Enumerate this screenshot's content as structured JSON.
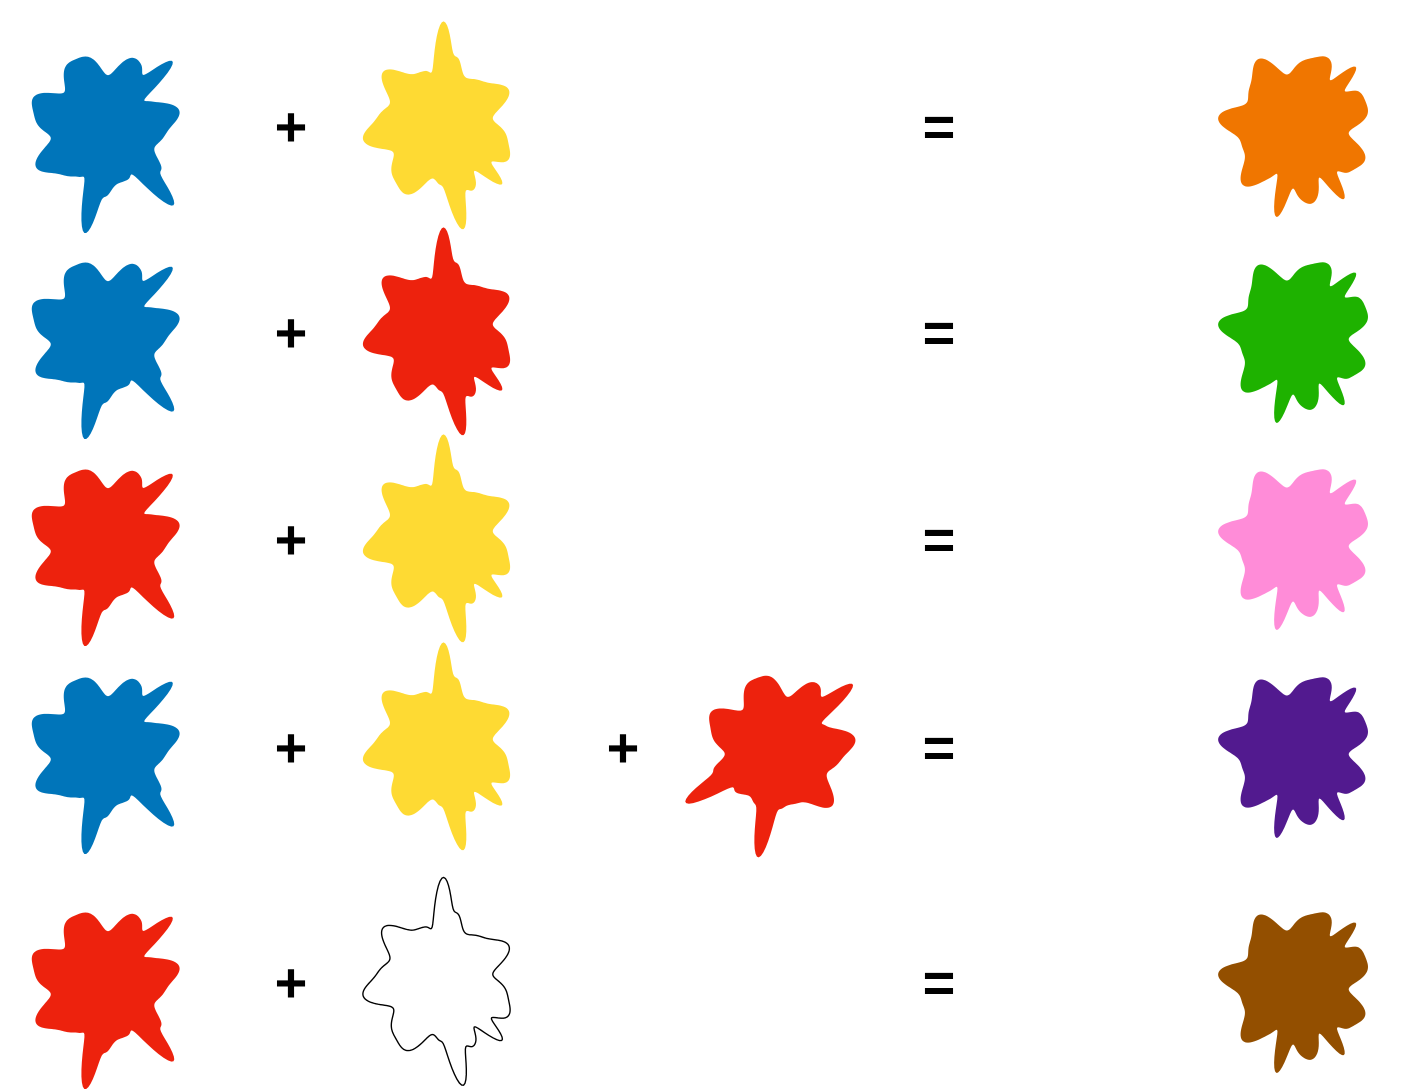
{
  "palette": {
    "blue": "#0075BA",
    "yellow": "#FEDA33",
    "red": "#ED220D",
    "orange": "#F07600",
    "green": "#1EB200",
    "pink": "#FF8CD8",
    "purple": "#521A8F",
    "brown": "#934F00",
    "white": "#FFFFFF",
    "outline": "#000000"
  },
  "symbols": {
    "plus": "+",
    "equals": "="
  },
  "rows": [
    {
      "name": "blue-plus-yellow-equals-orange",
      "inputs": [
        {
          "color": "blue",
          "variant": "a"
        },
        {
          "color": "yellow",
          "variant": "b"
        }
      ],
      "result": {
        "color": "orange",
        "variant": "c"
      }
    },
    {
      "name": "blue-plus-red-equals-green",
      "inputs": [
        {
          "color": "blue",
          "variant": "a"
        },
        {
          "color": "red",
          "variant": "b"
        }
      ],
      "result": {
        "color": "green",
        "variant": "c"
      }
    },
    {
      "name": "red-plus-yellow-equals-pink",
      "inputs": [
        {
          "color": "red",
          "variant": "a"
        },
        {
          "color": "yellow",
          "variant": "b"
        }
      ],
      "result": {
        "color": "pink",
        "variant": "c"
      }
    },
    {
      "name": "blue-plus-yellow-plus-red-equals-purple",
      "inputs": [
        {
          "color": "blue",
          "variant": "a"
        },
        {
          "color": "yellow",
          "variant": "b"
        },
        {
          "color": "red",
          "variant": "d"
        }
      ],
      "result": {
        "color": "purple",
        "variant": "c"
      }
    },
    {
      "name": "red-plus-white-equals-brown",
      "inputs": [
        {
          "color": "red",
          "variant": "a"
        },
        {
          "color": "white",
          "variant": "b",
          "outlined": true
        }
      ],
      "result": {
        "color": "brown",
        "variant": "c"
      }
    }
  ]
}
